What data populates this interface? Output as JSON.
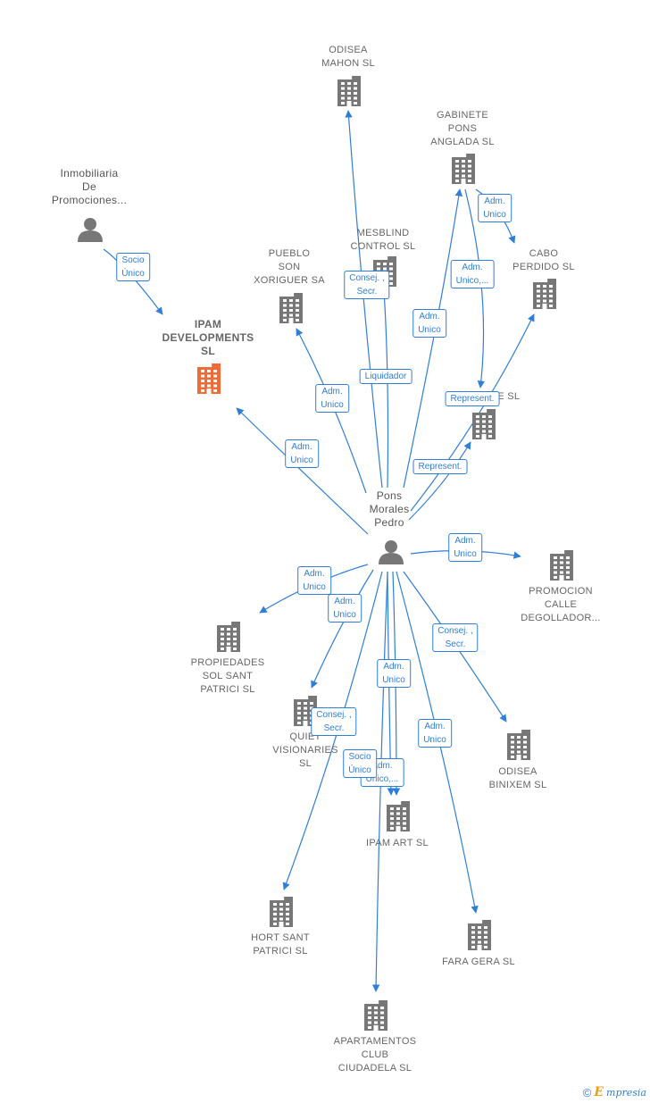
{
  "colors": {
    "edge": "#2f7ed8",
    "company": "#777777",
    "focus_company": "#f26a35",
    "person": "#777777"
  },
  "nodes": [
    {
      "id": "odisea_mahon",
      "type": "company",
      "label": [
        "ODISEA",
        "MAHON  SL"
      ]
    },
    {
      "id": "gabinete",
      "type": "company",
      "label": [
        "GABINETE",
        "PONS",
        "ANGLADA  SL"
      ]
    },
    {
      "id": "inmobiliaria",
      "type": "person",
      "label": [
        "Inmobiliaria",
        "De",
        "Promociones..."
      ]
    },
    {
      "id": "mesblind",
      "type": "company",
      "label": [
        "MESBLIND",
        "CONTROL SL"
      ]
    },
    {
      "id": "pueblo",
      "type": "company",
      "label": [
        "PUEBLO",
        "SON",
        "XORIGUER SA"
      ]
    },
    {
      "id": "cabo",
      "type": "company",
      "label": [
        "CABO",
        "PERDIDO SL"
      ]
    },
    {
      "id": "ipam_dev",
      "type": "focus",
      "label": [
        "IPAM",
        "DEVELOPMENTS",
        "SL"
      ]
    },
    {
      "id": "telluride",
      "type": "company",
      "label": [
        "TELLURIDE  SL"
      ]
    },
    {
      "id": "pons",
      "type": "person",
      "label": [
        "Pons",
        "Morales",
        "Pedro"
      ]
    },
    {
      "id": "promocion",
      "type": "company",
      "label": [
        "PROMOCION",
        "CALLE",
        "DEGOLLADOR..."
      ]
    },
    {
      "id": "propiedades",
      "type": "company",
      "label": [
        "PROPIEDADES",
        "SOL SANT",
        "PATRICI  SL"
      ]
    },
    {
      "id": "quiet",
      "type": "company",
      "label": [
        "QUIET",
        "VISIONARIES",
        "SL"
      ]
    },
    {
      "id": "odisea_binixem",
      "type": "company",
      "label": [
        "ODISEA",
        "BINIXEM  SL"
      ]
    },
    {
      "id": "ipam_art",
      "type": "company",
      "label": [
        "IPAM ART  SL"
      ]
    },
    {
      "id": "hort",
      "type": "company",
      "label": [
        "HORT SANT",
        "PATRICI  SL"
      ]
    },
    {
      "id": "fara",
      "type": "company",
      "label": [
        "FARA GERA SL"
      ]
    },
    {
      "id": "apartamentos",
      "type": "company",
      "label": [
        "APARTAMENTOS",
        "CLUB",
        "CIUDADELA  SL"
      ]
    }
  ],
  "edges": [
    {
      "id": "e_inmob_ipam",
      "from": "inmobiliaria",
      "to": "ipam_dev",
      "label": [
        "Socio",
        "Único"
      ]
    },
    {
      "id": "e_pons_ipam",
      "from": "pons",
      "to": "ipam_dev",
      "label": [
        "Adm.",
        "Unico"
      ]
    },
    {
      "id": "e_pons_pueblo",
      "from": "pons",
      "to": "pueblo",
      "label": [
        "Adm.",
        "Unico"
      ]
    },
    {
      "id": "e_pons_odisea_mahon",
      "from": "pons",
      "to": "odisea_mahon",
      "label": [
        "Consej. ,",
        "Secr."
      ]
    },
    {
      "id": "e_pons_mesblind",
      "from": "pons",
      "to": "mesblind",
      "label": [
        "Liquidador"
      ]
    },
    {
      "id": "e_pons_gabinete",
      "from": "pons",
      "to": "gabinete",
      "label": [
        "Adm.",
        "Unico"
      ]
    },
    {
      "id": "e_gabinete_cabo",
      "from": "gabinete",
      "to": "cabo",
      "label": [
        "Adm.",
        "Unico"
      ]
    },
    {
      "id": "e_gabinete_telluride",
      "from": "gabinete",
      "to": "telluride",
      "label": [
        "Adm.",
        "Unico,..."
      ]
    },
    {
      "id": "e_pons_cabo",
      "from": "pons",
      "to": "cabo",
      "label": [
        "Represent."
      ]
    },
    {
      "id": "e_pons_telluride",
      "from": "pons",
      "to": "telluride",
      "label": [
        "Represent."
      ]
    },
    {
      "id": "e_pons_promocion",
      "from": "pons",
      "to": "promocion",
      "label": [
        "Adm.",
        "Unico"
      ]
    },
    {
      "id": "e_pons_propiedades",
      "from": "pons",
      "to": "propiedades",
      "label": [
        "Adm.",
        "Unico"
      ]
    },
    {
      "id": "e_pons_quiet",
      "from": "pons",
      "to": "quiet",
      "label": [
        "Adm.",
        "Unico"
      ]
    },
    {
      "id": "e_pons_odisea_binixem",
      "from": "pons",
      "to": "odisea_binixem",
      "label": [
        "Consej. ,",
        "Secr."
      ]
    },
    {
      "id": "e_pons_ipam_art_a",
      "from": "pons",
      "to": "ipam_art",
      "label": [
        "Adm.",
        "Unico"
      ]
    },
    {
      "id": "e_pons_hort",
      "from": "pons",
      "to": "hort",
      "label": [
        "Consej. ,",
        "Secr."
      ]
    },
    {
      "id": "e_pons_fara",
      "from": "pons",
      "to": "fara",
      "label": [
        "Adm.",
        "Unico"
      ]
    },
    {
      "id": "e_pons_ipam_art_b",
      "from": "pons",
      "to": "ipam_art",
      "label": [
        "Adm.",
        "Unico,..."
      ]
    },
    {
      "id": "e_pons_apart",
      "from": "pons",
      "to": "apartamentos",
      "label": [
        "Socio",
        "Único"
      ]
    }
  ],
  "footer": {
    "copyright": "©",
    "brand_first": "E",
    "brand_rest": "mpresia"
  }
}
